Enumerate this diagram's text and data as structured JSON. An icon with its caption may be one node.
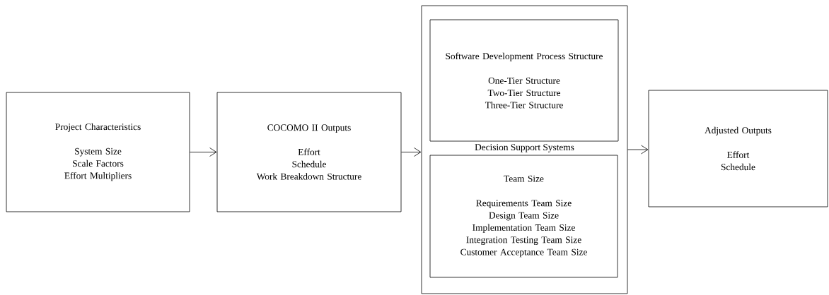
{
  "diagram": {
    "nodes": [
      {
        "text": [
          "Project Characteristics",
          "System Size",
          "Scale Factors",
          "Effort Multipliers"
        ]
      },
      {
        "text": [
          "COCOMO II Outputs",
          "Effort",
          "Schedule",
          "Work Breakdown Structure"
        ]
      },
      {
        "text": [
          "Decision Support Systems"
        ]
      },
      {
        "text": [
          "Software Development Process Structure",
          "One-Tier Structure",
          "Two-Tier Structure",
          "Three-Tier Structure"
        ],
        "in": 2
      },
      {
        "text": [
          "Team Size",
          "Requirements Team Size",
          "Design Team Size",
          "Implementation Team Size",
          "Integration Testing Team Size",
          "Customer Acceptance Team Size"
        ],
        "in": 2
      },
      {
        "text": [
          "Adjusted Outputs",
          "Effort",
          "Schedule"
        ]
      }
    ],
    "edges": [
      {
        "from": 0,
        "to": 1,
        "arrow": "to"
      },
      {
        "from": 1,
        "to": 2,
        "arrow": "to"
      },
      {
        "from": 2,
        "to": 5,
        "arrow": "to"
      }
    ]
  }
}
